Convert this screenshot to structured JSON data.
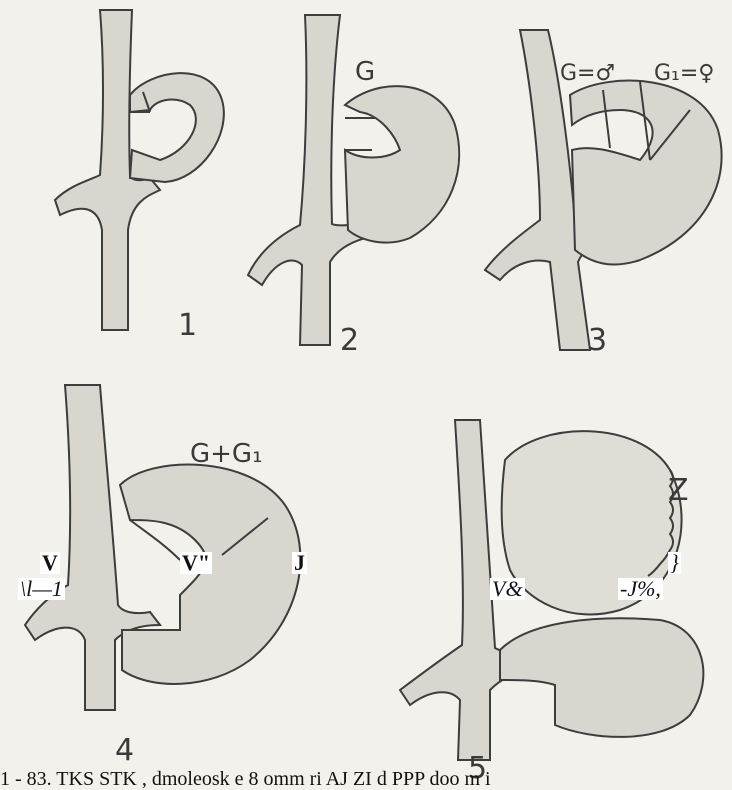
{
  "figure": {
    "panels": [
      {
        "number": "1",
        "label": ""
      },
      {
        "number": "2",
        "label": "G"
      },
      {
        "number": "3",
        "label_left": "G=♂",
        "label_right": "G₁=♀"
      },
      {
        "number": "4",
        "label": "G+G₁"
      },
      {
        "number": "5",
        "label": "Z"
      }
    ],
    "overlay_text": {
      "v": "V",
      "v_dbl": "V\"",
      "j": "J",
      "frag_left": "\\l—1",
      "brace": "}",
      "v_amp": "V&",
      "j_pct": "-J%,"
    },
    "caption": "1 - 83. TKS STK , dmoleosk e 8 omm ri AJ ZI d PPP doo m i"
  }
}
